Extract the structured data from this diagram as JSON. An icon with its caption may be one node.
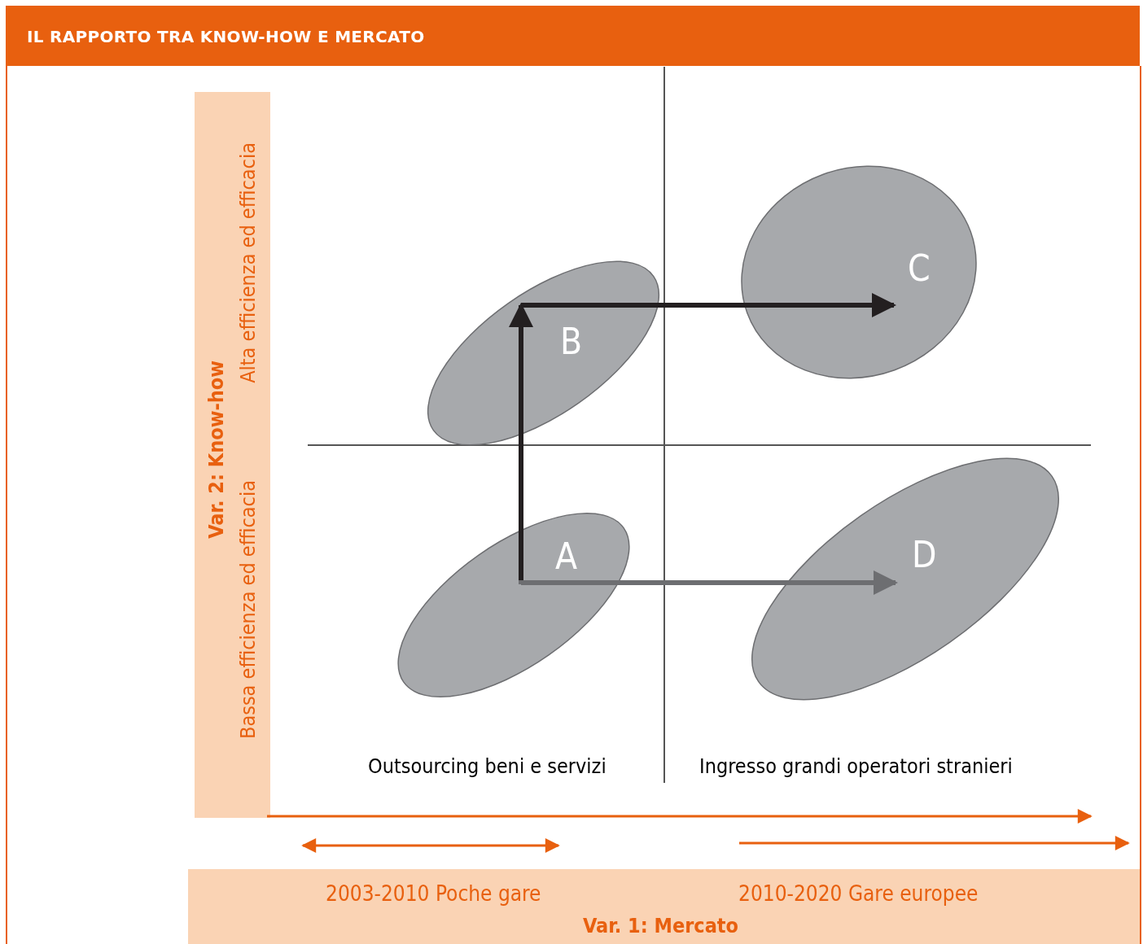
{
  "diagram": {
    "title": "IL RAPPORTO TRA KNOW-HOW E MERCATO",
    "nodes": [
      {
        "text": [
          "A"
        ]
      },
      {
        "text": [
          "B"
        ]
      },
      {
        "text": [
          "C"
        ]
      },
      {
        "text": [
          "D"
        ]
      }
    ],
    "edges": [
      {
        "from": 0,
        "to": 1,
        "arrow": "to"
      },
      {
        "from": 1,
        "to": 2,
        "arrow": "to"
      },
      {
        "from": 0,
        "to": 3,
        "arrow": "to",
        "color": "#6d6e71"
      }
    ],
    "labels": [
      "Alta efficienza ed efficacia",
      "Var. 2: Know-how",
      "Bassa efficienza ed efficacia",
      "Outsourcing beni e servizi",
      "Ingresso grandi operatori stranieri",
      "2003-2010 Poche gare",
      "2010-2020 Gare europee",
      "Var. 1: Mercato"
    ]
  }
}
